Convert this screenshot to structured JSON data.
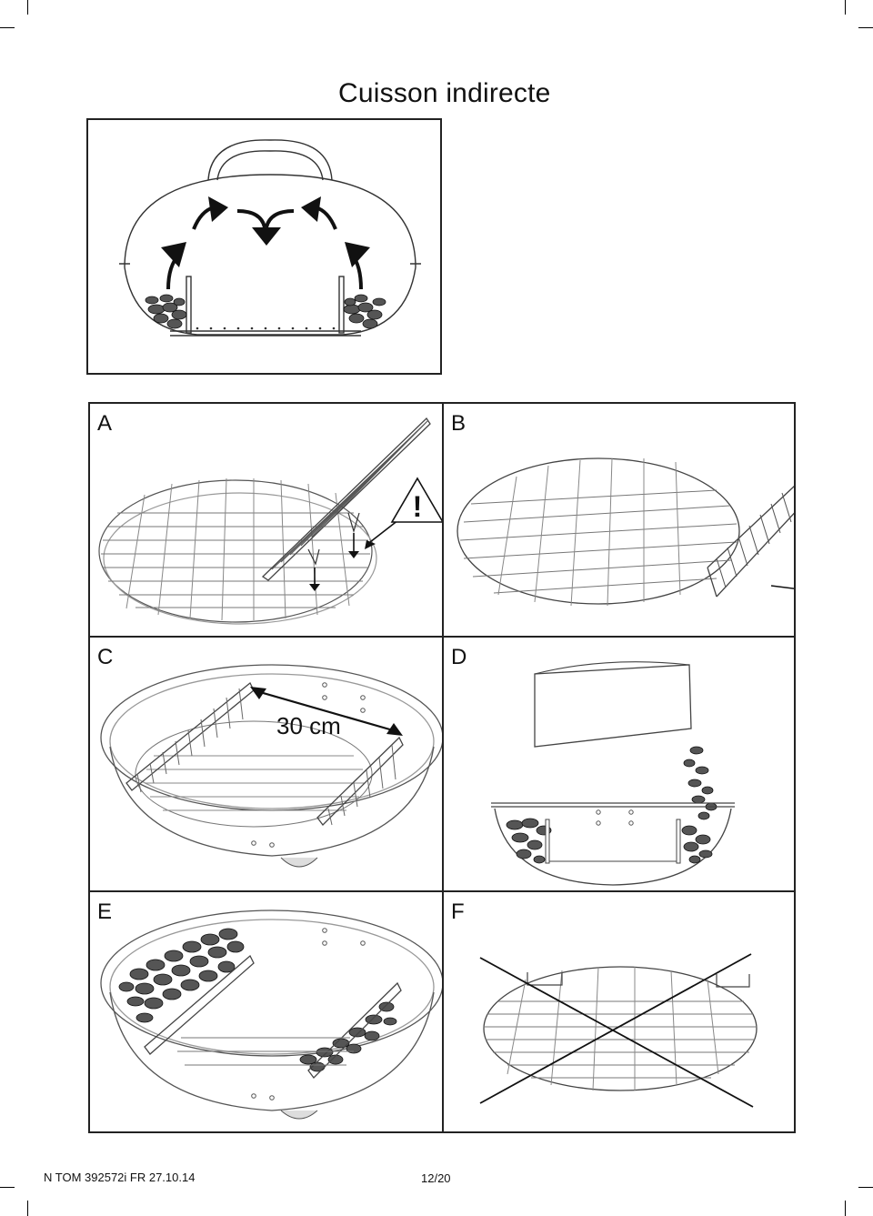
{
  "page": {
    "title": "Cuisson indirecte",
    "footer_ref": "N TOM 392572i FR 27.10.14",
    "page_number": "12/20"
  },
  "panels": [
    {
      "id": "A",
      "label": "A"
    },
    {
      "id": "B",
      "label": "B"
    },
    {
      "id": "C",
      "label": "C",
      "measure": "30 cm"
    },
    {
      "id": "D",
      "label": "D"
    },
    {
      "id": "E",
      "label": "E"
    },
    {
      "id": "F",
      "label": "F"
    }
  ],
  "icons": {
    "warning": "warning-triangle-icon",
    "exclamation": "!"
  }
}
